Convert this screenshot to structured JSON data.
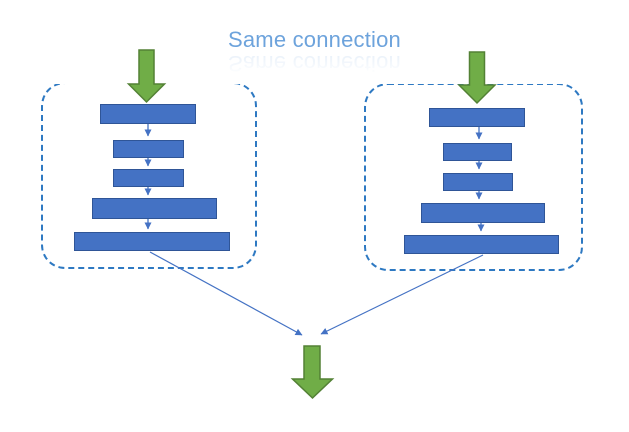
{
  "title": "Same connection",
  "colors": {
    "block_fill": "#4472C4",
    "block_border": "#2F5597",
    "container_border": "#2E79C2",
    "connector": "#4472C4",
    "arrow_fill": "#70AD47",
    "arrow_border": "#538135",
    "title_color": "#6DA3DC",
    "canvas_bg": "#FFFFFF"
  },
  "diagram": {
    "left_stack_layer_count": 5,
    "right_stack_layer_count": 5
  }
}
